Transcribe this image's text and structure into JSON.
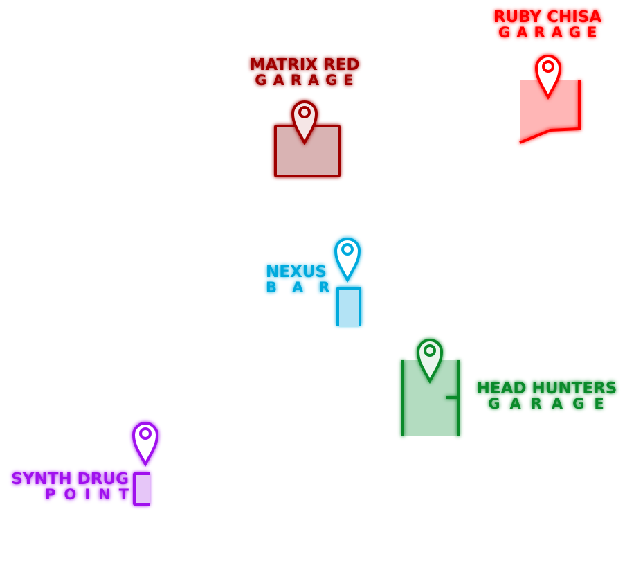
{
  "locations": [
    {
      "key": "ruby_chisa",
      "line1": "RUBY CHISA",
      "line2": "GARAGE",
      "color": "#ff0000",
      "fill": "#ffb6b6"
    },
    {
      "key": "matrix_red",
      "line1": "MATRIX RED",
      "line2": "GARAGE",
      "color": "#a00000",
      "fill": "#d9b3b3"
    },
    {
      "key": "nexus",
      "line1": "NEXUS",
      "line2": "BAR",
      "color": "#00aadd",
      "fill": "#b3e3f5"
    },
    {
      "key": "head_hunters",
      "line1": "HEAD HUNTERS",
      "line2": "GARAGE",
      "color": "#0a8a2a",
      "fill": "#b3dcc0"
    },
    {
      "key": "synth_drug",
      "line1": "SYNTH DRUG",
      "line2": "POINT",
      "color": "#a010ee",
      "fill": "#e6c6f8"
    }
  ]
}
